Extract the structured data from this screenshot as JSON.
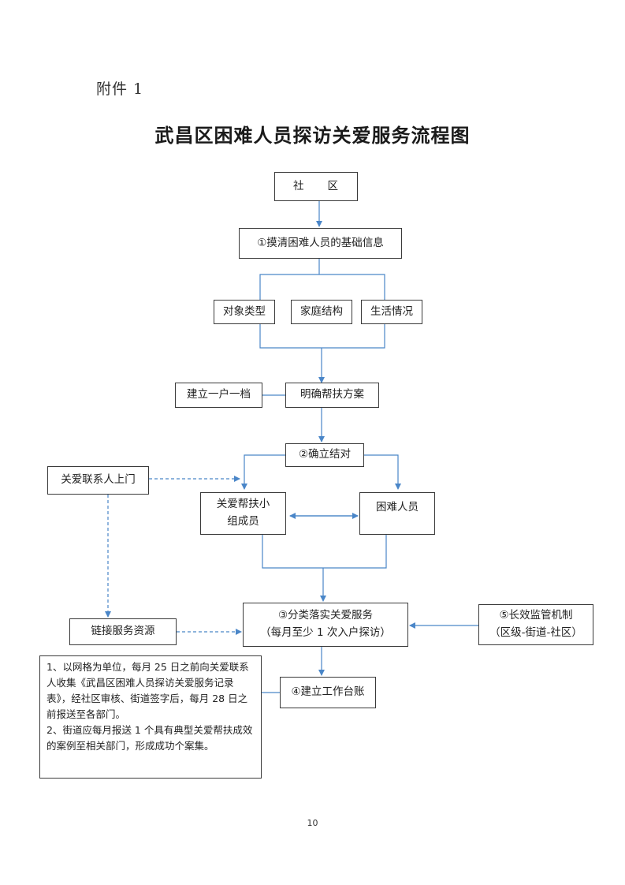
{
  "attachment_label": "附件 1",
  "title": "武昌区困难人员探访关爱服务流程图",
  "nodes": {
    "community": "社　　区",
    "step1": "①摸清困难人员的基础信息",
    "object_type": "对象类型",
    "family_structure": "家庭结构",
    "living_situation": "生活情况",
    "one_file": "建立一户一档",
    "clear_plan": "明确帮扶方案",
    "step2": "②确立结对",
    "liaison_visit": "关爱联系人上门",
    "care_team_line1": "关爱帮扶小",
    "care_team_line2": "组成员",
    "needy_persons": "困难人员",
    "link_resources": "链接服务资源",
    "step3_line1": "③分类落实关爱服务",
    "step3_line2": "（每月至少 1 次入户探访）",
    "step5_line1": "⑤长效监管机制",
    "step5_line2": "（区级-街道-社区）",
    "step4": "④建立工作台账"
  },
  "notes": [
    "1、以网格为单位，每月 25 日之前向关爱联系人收集《武昌区困难人员探访关爱服务记录表》，经社区审核、街道签字后，每月 28 日之前报送至各部门。",
    "2、街道应每月报送 1 个具有典型关爱帮扶成效的案例至相关部门，形成成功个案集。"
  ],
  "page_number": "10",
  "colors": {
    "connector": "#4a86c8",
    "border": "#3a3a3a"
  }
}
